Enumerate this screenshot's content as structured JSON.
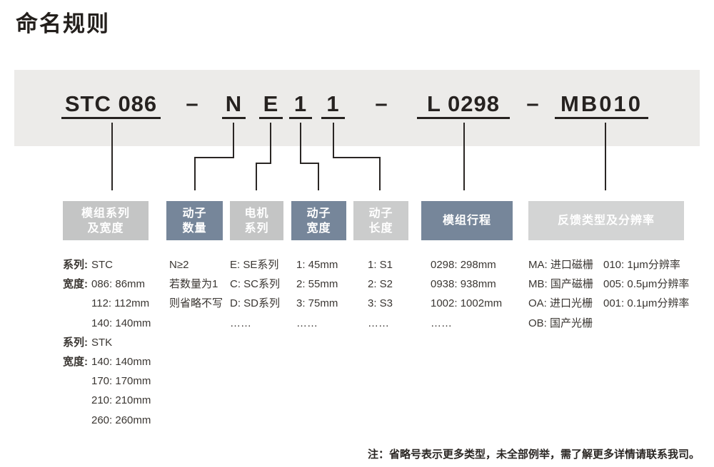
{
  "page": {
    "title": "命名规则",
    "note": "注：省略号表示更多类型，未全部例举，需了解更多详情请联系我司。"
  },
  "code": {
    "series_width": "STC 086",
    "dash1": "–",
    "mover_count": "N",
    "motor_series": "E",
    "mover_width": "1",
    "mover_length": "1",
    "dash2": "–",
    "stroke": "L 0298",
    "dash3": "–",
    "feedback": "MB010"
  },
  "boxes": [
    {
      "line1": "模组系列",
      "line2": "及宽度"
    },
    {
      "line1": "动子",
      "line2": "数量"
    },
    {
      "line1": "电机",
      "line2": "系列"
    },
    {
      "line1": "动子",
      "line2": "宽度"
    },
    {
      "line1": "动子",
      "line2": "长度"
    },
    {
      "line1": "模组行程",
      "line2": ""
    },
    {
      "line1": "反馈类型及分辨率",
      "line2": ""
    }
  ],
  "columns": {
    "col1": [
      {
        "label": "系列:",
        "value": "STC"
      },
      {
        "label": "宽度:",
        "value": "086: 86mm"
      },
      {
        "label": "",
        "value": "112: 112mm"
      },
      {
        "label": "",
        "value": "140: 140mm"
      },
      {
        "label": "系列:",
        "value": "STK"
      },
      {
        "label": "宽度:",
        "value": "140: 140mm"
      },
      {
        "label": "",
        "value": "170: 170mm"
      },
      {
        "label": "",
        "value": "210: 210mm"
      },
      {
        "label": "",
        "value": "260: 260mm"
      }
    ],
    "col2": [
      "N≥2",
      "若数量为1",
      "则省略不写"
    ],
    "col3": [
      "E: SE系列",
      "C: SC系列",
      "D: SD系列",
      "……"
    ],
    "col4": [
      "1: 45mm",
      "2: 55mm",
      "3: 75mm",
      "……"
    ],
    "col5": [
      "1: S1",
      "2: S2",
      "3: S3",
      "……"
    ],
    "col6": [
      "0298: 298mm",
      "0938: 938mm",
      "1002: 1002mm",
      "……"
    ],
    "col7": [
      {
        "code": "MA: 进口磁栅",
        "res": "010: 1μm分辨率"
      },
      {
        "code": "MB: 国产磁栅",
        "res": "005: 0.5μm分辨率"
      },
      {
        "code": "OA: 进口光栅",
        "res": "001: 0.1μm分辨率"
      },
      {
        "code": "OB: 国产光栅",
        "res": ""
      }
    ]
  },
  "colors": {
    "band": "#ecebe9",
    "box_gray": "#c4c5c5",
    "box_slate": "#76869a",
    "box_light": "#cbcccc",
    "box_lightest": "#d3d4d4",
    "line": "#2a2624",
    "text": "#3a3632"
  }
}
